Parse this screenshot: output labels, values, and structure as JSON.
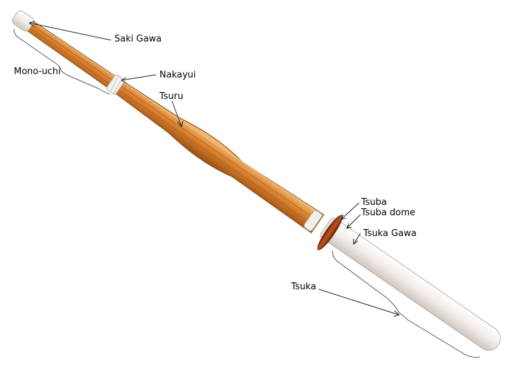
{
  "labels": {
    "saki_gawa": "Saki Gawa",
    "mono_uchi": "Mono-uchi",
    "nakayui": "Nakayui",
    "tsuru": "Tsuru",
    "tsuba": "Tsuba",
    "tsuba_dome": "Tsuba dome",
    "tsuka_gawa": "Tsuka Gawa",
    "tsuka": "Tsuka"
  }
}
